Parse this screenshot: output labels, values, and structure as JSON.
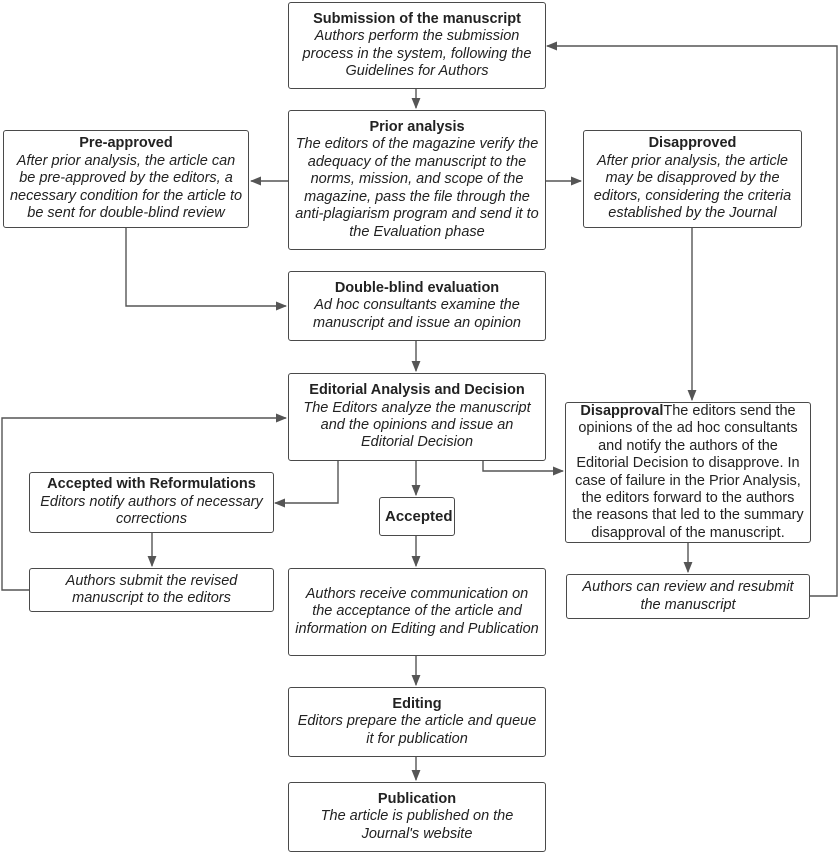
{
  "nodes": {
    "submission": {
      "title": "Submission of the manuscript",
      "body": "Authors perform the submission process in the system, following the Guidelines for Authors"
    },
    "prior": {
      "title": "Prior analysis",
      "body": "The editors of the magazine verify the adequacy of the manuscript to the norms, mission, and scope of the magazine, pass the file through the anti-plagiarism program and send it to the Evaluation phase"
    },
    "preapproved": {
      "title": "Pre-approved",
      "body": "After prior analysis, the article can be pre-approved by the editors, a necessary condition for the article to be sent for double-blind review"
    },
    "disapproved": {
      "title": "Disapproved",
      "body": "After prior analysis, the article may be disapproved by the editors, considering the criteria established by the Journal"
    },
    "doubleblind": {
      "title": "Double-blind evaluation",
      "body": "Ad hoc consultants examine the manuscript and issue an opinion"
    },
    "editorial": {
      "title": "Editorial Analysis and Decision",
      "body": "The Editors analyze the manuscript and the opinions and issue an Editorial Decision"
    },
    "reform": {
      "title": "Accepted with Reformulations",
      "body": "Editors notify authors of necessary corrections"
    },
    "accepted": {
      "title": "Accepted"
    },
    "disapproval": {
      "title": "Disapproval",
      "body": "The editors send the opinions of the ad hoc consultants and notify the authors of the Editorial Decision to disapprove. In case of failure in the Prior Analysis, the editors forward to the authors the reasons that led to the summary disapproval of the manuscript."
    },
    "revised": {
      "body": "Authors submit the revised manuscript to the editors"
    },
    "communication": {
      "body": "Authors receive communication on the acceptance of the article and information on Editing and Publication"
    },
    "review": {
      "body": "Authors can review and resubmit the manuscript"
    },
    "editing": {
      "title": "Editing",
      "body": "Editors prepare the article and queue it for publication"
    },
    "publication": {
      "title": "Publication",
      "body": "The article is published on the Journal's website"
    }
  },
  "colors": {
    "border": "#4a4a4a",
    "connector": "#555555",
    "text": "#222222"
  }
}
